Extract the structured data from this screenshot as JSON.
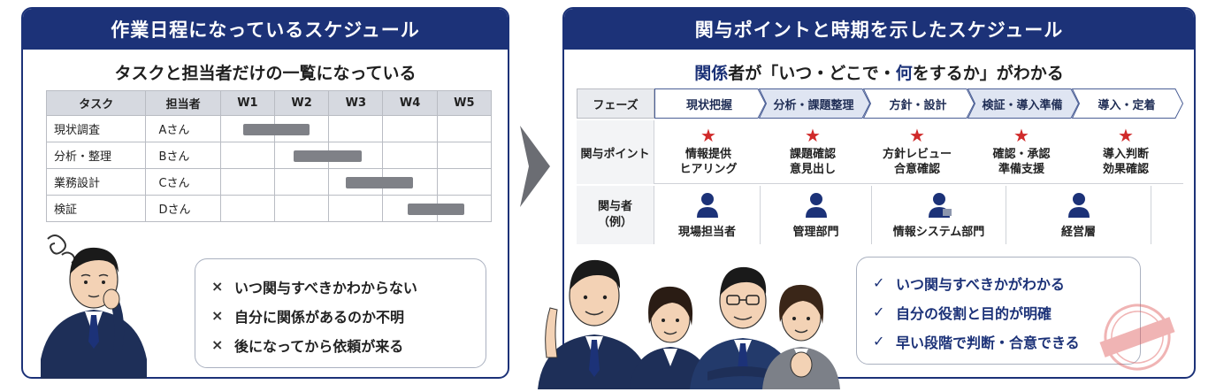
{
  "left": {
    "title": "作業日程になっているスケジュール",
    "subtitle": "タスクと担当者だけの一覧になっている",
    "headers": [
      "タスク",
      "担当者",
      "W1",
      "W2",
      "W3",
      "W4",
      "W5"
    ],
    "rows": [
      {
        "task": "現状調査",
        "person": "Aさん",
        "start": 0.42,
        "end": 1.65
      },
      {
        "task": "分析・整理",
        "person": "Bさん",
        "start": 1.35,
        "end": 2.6
      },
      {
        "task": "業務設計",
        "person": "Cさん",
        "start": 2.3,
        "end": 3.55
      },
      {
        "task": "検証",
        "person": "Dさん",
        "start": 3.45,
        "end": 4.5
      }
    ],
    "issues": [
      {
        "mark": "×",
        "text": "いつ関与すべきかわからない"
      },
      {
        "mark": "×",
        "text": "自分に関係があるのか不明"
      },
      {
        "mark": "×",
        "text": "後になってから依頼が来る"
      }
    ]
  },
  "right": {
    "title": "関与ポイントと時期を示したスケジュール",
    "subtitle_hl1": "関係",
    "subtitle_p1": "者が「いつ・どこで・",
    "subtitle_hl2": "何",
    "subtitle_p2": "をするか」がわかる",
    "phase_label": "フェーズ",
    "phases": [
      "現状把握",
      "分析・課題整理",
      "方針・設計",
      "検証・導入準備",
      "導入・定着"
    ],
    "point_label": "関与ポイント",
    "points": [
      {
        "line1": "情報提供",
        "line2": "ヒアリング"
      },
      {
        "line1": "課題確認",
        "line2": "意見出し"
      },
      {
        "line1": "方針レビュー",
        "line2": "合意確認"
      },
      {
        "line1": "確認・承認",
        "line2": "準備支援"
      },
      {
        "line1": "導入判断",
        "line2": "効果確認"
      }
    ],
    "stake_label1": "関与者",
    "stake_label2": "（例）",
    "stakeholders": [
      "現場担当者",
      "管理部門",
      "情報システム部門",
      "経営層"
    ],
    "benefits": [
      {
        "mark": "✓",
        "text": "いつ関与すべきかがわかる"
      },
      {
        "mark": "✓",
        "text": "自分の役割と目的が明確"
      },
      {
        "mark": "✓",
        "text": "早い段階で判断・合意できる"
      }
    ]
  },
  "colors": {
    "navy": "#1c3278",
    "star": "#d02a2a",
    "bar": "#7f8187"
  }
}
